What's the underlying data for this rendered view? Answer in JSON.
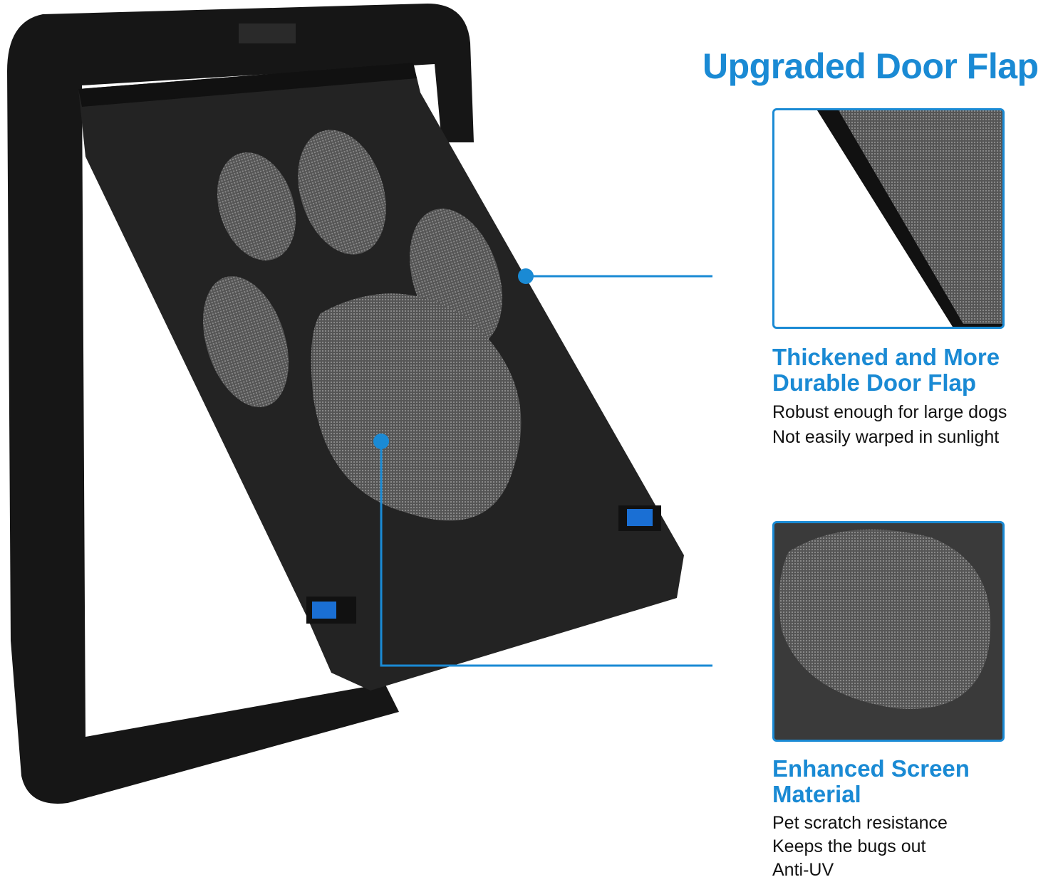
{
  "title": "Upgraded Door Flap",
  "features": [
    {
      "heading_line1": "Thickened and More",
      "heading_line2": "Durable Door Flap",
      "lines": [
        "Robust enough for large dogs",
        "Not easily warped in sunlight"
      ]
    },
    {
      "heading_line1": "Enhanced Screen",
      "heading_line2": "Material",
      "lines": [
        "Pet scratch resistance",
        "Keeps the bugs out",
        "Anti-UV"
      ]
    }
  ],
  "colors": {
    "accent": "#1a8ad4",
    "frame": "#161616",
    "flap": "#232323",
    "mesh": "#6b6b6b"
  }
}
